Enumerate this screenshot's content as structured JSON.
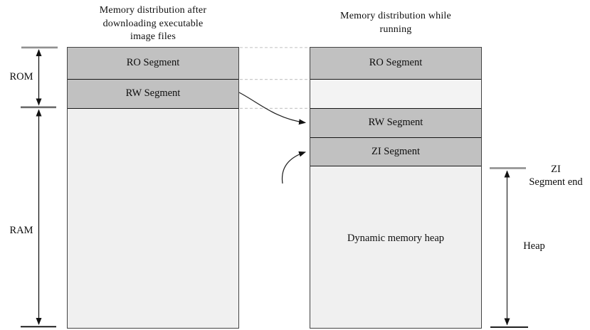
{
  "left_column": {
    "title_lines": [
      "Memory distribution after",
      "downloading executable",
      "image files"
    ],
    "ro_label": "RO Segment",
    "rw_label": "RW Segment"
  },
  "right_column": {
    "title_lines": [
      "Memory distribution while",
      "running"
    ],
    "ro_label": "RO Segment",
    "rw_label": "RW Segment",
    "zi_label": "ZI Segment",
    "heap_label": "Dynamic memory heap"
  },
  "annotations": {
    "rom": "ROM",
    "ram": "RAM",
    "zi_end_lines": [
      "ZI",
      "Segment end"
    ],
    "heap": "Heap"
  },
  "colors": {
    "segment_fill": "#c1c1c1",
    "free_fill": "#f0f0f0",
    "gap_fill": "#f3f3f3",
    "box_border": "#434343",
    "divider": "#161616",
    "dashed_line": "#c9c9c9",
    "arrow": "#1a1a1a",
    "tick_gray": "#909090"
  }
}
